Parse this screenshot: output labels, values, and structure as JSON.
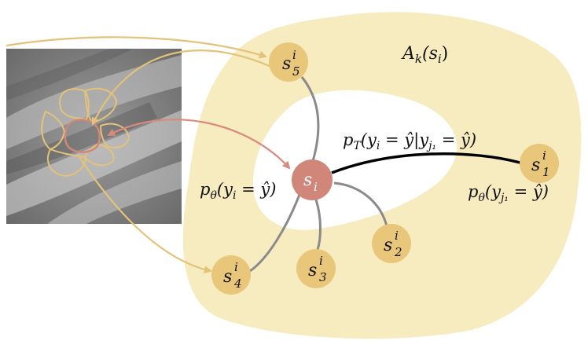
{
  "colors": {
    "region_fill": "#f7ebc0",
    "node_gold": "#e8c67a",
    "node_center": "#d1867a",
    "edge_gray": "#8a8a8a",
    "edge_black": "#000000",
    "arrow_gold": "#e3c27a",
    "arrow_red": "#d88a7e"
  },
  "labels": {
    "region": "A",
    "region_sub": "k",
    "region_arg": "(s",
    "region_arg_sub": "i",
    "region_close": ")",
    "pair_prob": "p",
    "pair_prob_sub": "T",
    "pair_prob_body": "(y",
    "pair_prob_body_sub": "i",
    "pair_prob_mid": " = ŷ|y",
    "pair_prob_mid_sub": "j₁",
    "pair_prob_end": " = ŷ)",
    "unary_i": "p",
    "unary_i_sub": "θ",
    "unary_i_body": "(y",
    "unary_i_body_sub": "i",
    "unary_i_end": " = ŷ)",
    "unary_j": "p",
    "unary_j_sub": "θ",
    "unary_j_body": "(y",
    "unary_j_body_sub": "j₁",
    "unary_j_end": " = ŷ)"
  },
  "nodes": {
    "center": {
      "base": "s",
      "sub": "i"
    },
    "s1": {
      "base": "s",
      "sup": "i",
      "sub": "1"
    },
    "s2": {
      "base": "s",
      "sup": "i",
      "sub": "2"
    },
    "s3": {
      "base": "s",
      "sup": "i",
      "sub": "3"
    },
    "s4": {
      "base": "s",
      "sup": "i",
      "sub": "4"
    },
    "s5": {
      "base": "s",
      "sup": "i",
      "sub": "5"
    }
  }
}
